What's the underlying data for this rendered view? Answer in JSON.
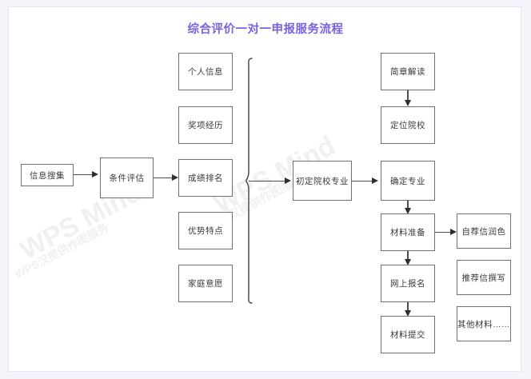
{
  "page": {
    "title": "综合评价一对一申报服务流程",
    "title_color": "#7b61e0",
    "canvas_bg": "#ffffff",
    "border_color": "#e6e4f7",
    "node_border_color": "#6f6f6f",
    "connector_color": "#4d4d4d"
  },
  "watermark": {
    "line1": "WPS Mind",
    "line2": "WPS汉提供作图服务",
    "line3": "WPS Mind",
    "line4": "WPS汉提供作图服务"
  },
  "flow": {
    "stage1": {
      "label": "信息搜集"
    },
    "stage2": {
      "label": "条件评估"
    },
    "evaluation_items": [
      {
        "label": "个人信息"
      },
      {
        "label": "奖项经历"
      },
      {
        "label": "成绩排名"
      },
      {
        "label": "优势特点"
      },
      {
        "label": "家庭意愿"
      }
    ],
    "stage3": {
      "label": "初定院校专业"
    },
    "school_chain": [
      {
        "label": "简章解读"
      },
      {
        "label": "定位院校"
      },
      {
        "label": "确定专业"
      }
    ],
    "application_chain": [
      {
        "label": "材料准备"
      },
      {
        "label": "网上报名"
      },
      {
        "label": "材料提交"
      }
    ],
    "materials": [
      {
        "label": "自荐信润色"
      },
      {
        "label": "推荐信撰写"
      },
      {
        "label": "其他材料……"
      }
    ]
  }
}
